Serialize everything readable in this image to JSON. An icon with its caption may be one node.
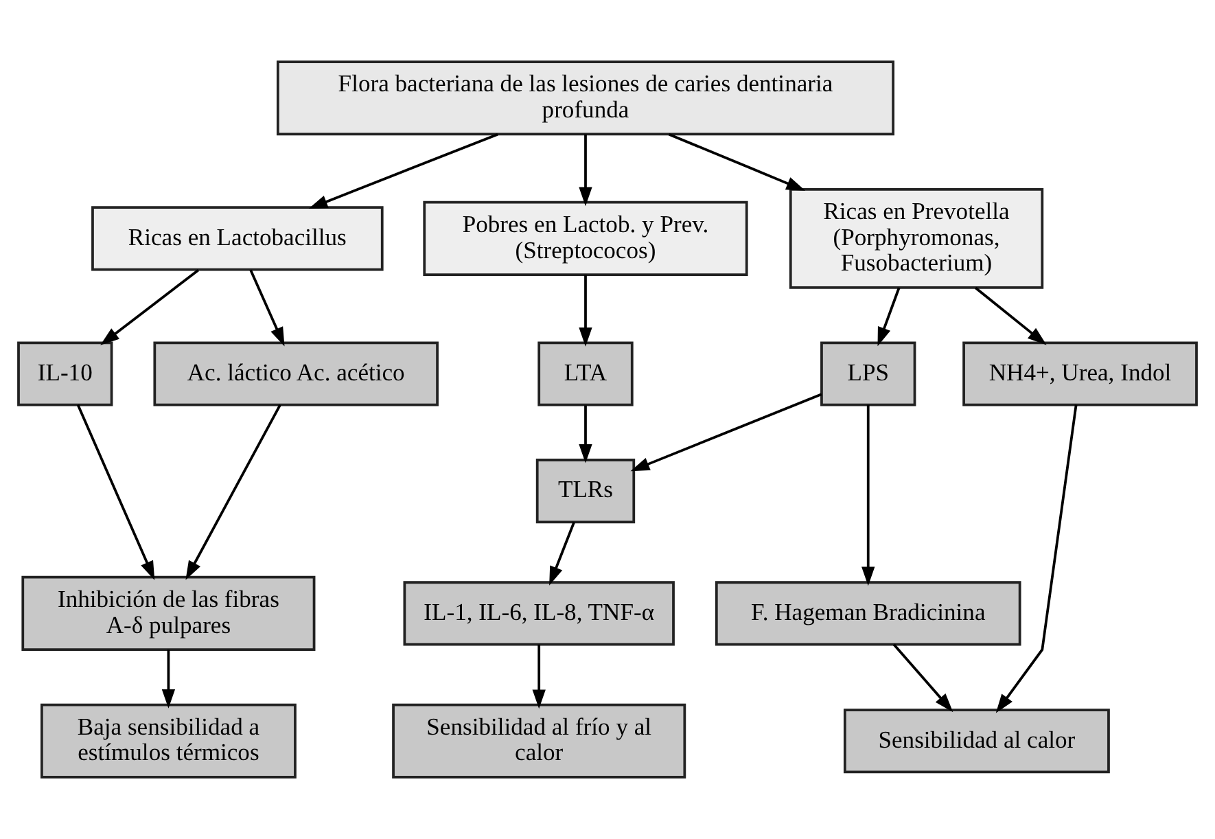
{
  "diagram": {
    "nodes": [
      {
        "text": [
          "Flora bacteriana de las lesiones de caries dentinaria profunda"
        ]
      },
      {
        "text": [
          "Ricas en Lactobacillus"
        ]
      },
      {
        "text": [
          "Ricas en Prevotella (Porphyromonas, Fusobacterium)"
        ]
      },
      {
        "text": [
          "Pobres en Lactob. y Prev. (Streptococos)"
        ]
      },
      {
        "text": [
          "IL-10"
        ]
      },
      {
        "text": [
          "Ac. láctico Ac. acético"
        ]
      },
      {
        "text": [
          "NH4+, Urea, Indol"
        ]
      },
      {
        "text": [
          "LPS"
        ]
      },
      {
        "text": [
          "LTA"
        ]
      },
      {
        "text": [
          "TLRs"
        ]
      },
      {
        "text": [
          "Inhibición de las fibras A-δ pulpares"
        ]
      },
      {
        "text": [
          "F. Hageman Bradicinina"
        ]
      },
      {
        "text": [
          "IL-1, IL-6, IL-8, TNF-α"
        ]
      },
      {
        "text": [
          "Baja sensibilidad a estímulos térmicos"
        ]
      },
      {
        "text": [
          "Sensibilidad al calor"
        ]
      },
      {
        "text": [
          "Sensibilidad al frío y al calor"
        ]
      }
    ],
    "edges": [
      {
        "from": 0,
        "to": 1,
        "arrow": "to"
      },
      {
        "from": 0,
        "to": 2,
        "arrow": "to"
      },
      {
        "from": 0,
        "to": 3,
        "arrow": "to"
      },
      {
        "from": 1,
        "to": 4,
        "arrow": "to"
      },
      {
        "from": 1,
        "to": 5,
        "arrow": "to"
      },
      {
        "from": 2,
        "to": 6,
        "arrow": "to"
      },
      {
        "from": 2,
        "to": 7,
        "arrow": "to"
      },
      {
        "from": 3,
        "to": 8,
        "arrow": "to"
      },
      {
        "from": 4,
        "to": 10,
        "arrow": "to"
      },
      {
        "from": 5,
        "to": 10,
        "arrow": "to"
      },
      {
        "from": 7,
        "to": 11,
        "arrow": "to"
      },
      {
        "from": 7,
        "to": 9,
        "arrow": "to"
      },
      {
        "from": 8,
        "to": 9,
        "arrow": "to"
      },
      {
        "from": 9,
        "to": 12,
        "arrow": "to"
      },
      {
        "from": 10,
        "to": 13,
        "arrow": "to"
      },
      {
        "from": 6,
        "to": 14,
        "arrow": "to"
      },
      {
        "from": 11,
        "to": 14,
        "arrow": "to"
      },
      {
        "from": 12,
        "to": 15,
        "arrow": "to"
      }
    ]
  }
}
